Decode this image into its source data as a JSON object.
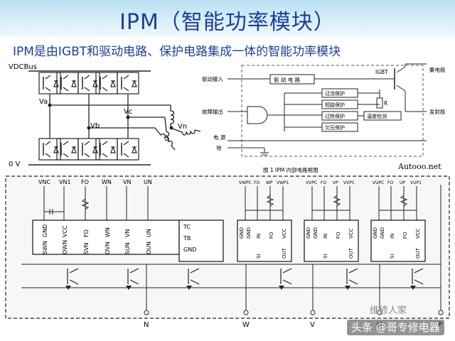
{
  "header": {
    "title": "IPM（智能功率模块）",
    "subtitle": "IPM是由IGBT和驱动电路、保护电路集成一体的智能功率模块"
  },
  "inverter": {
    "bus_label": "VDCBus",
    "ground_label": "0 V",
    "node_a": "Va",
    "node_b": "Vb",
    "node_c": "Vc",
    "node_n": "Vn"
  },
  "block_diagram": {
    "caption": "图 1  IPM 内部电路框图",
    "brand": "Autooo.net",
    "drive_input": "驱动输入",
    "fault_output": "故障输出",
    "power_supply": "电 源",
    "ground": "地",
    "collector": "集电极",
    "emitter": "发射极",
    "igbt_label": "IGBT",
    "r_label": "R",
    "blocks": [
      "驱 动 电 路",
      "过流保护",
      "短路保护",
      "过热保护",
      "温度检测",
      "欠压保护"
    ]
  },
  "schematic": {
    "top_pins_left": [
      "VNC",
      "VN1",
      "FO",
      "WN",
      "VN",
      "UN"
    ],
    "top_pins_w": [
      "VWPC",
      "FO",
      "WP",
      "VWP1"
    ],
    "top_pins_v": [
      "VVPC",
      "FO",
      "VP",
      "VVP1"
    ],
    "top_pins_u": [
      "VUPC",
      "FO",
      "UP",
      "VUP1"
    ],
    "left_ic_pins_top": [
      "GND",
      "VCC",
      "FO",
      "WN",
      "VN",
      "UN"
    ],
    "left_ic_pins_right": [
      "TC",
      "TB",
      "GND"
    ],
    "left_ic_pins_bottom": [
      "SWN",
      "OWN",
      "SVN",
      "OVN",
      "SUN",
      "OUN"
    ],
    "high_ic_pins_top": [
      "GND",
      "GND",
      "IN",
      "FO",
      "VCC"
    ],
    "high_ic_pins_bottom": [
      "SI",
      "OUT"
    ],
    "bottom_terminals": [
      "N",
      "W",
      "V",
      "U",
      "P"
    ]
  },
  "watermark": {
    "text": "维修人家",
    "credit": "头条 @哥专修电器"
  },
  "colors": {
    "title": "#1d3f9b",
    "banner_top": "#b9dff2",
    "schematic_bg": "#f7f7f7",
    "line": "#222222"
  }
}
